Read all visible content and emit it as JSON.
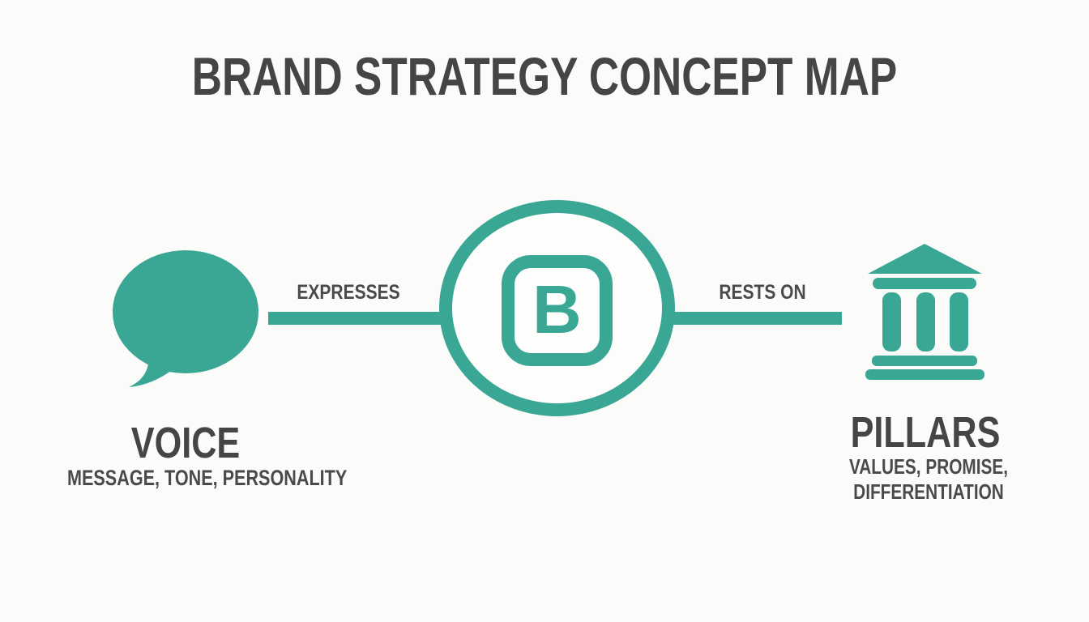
{
  "title": "BRAND STRATEGY CONCEPT MAP",
  "colors": {
    "accent_teal": "#3aa795",
    "text_dark": "#474747",
    "background": "#fbfbfa"
  },
  "nodes": {
    "voice": {
      "label": "VOICE",
      "subtitle": "MESSAGE, TONE, PERSONALITY",
      "icon": "speech-bubble-icon"
    },
    "brand": {
      "letter": "B",
      "icon": "brand-badge-icon"
    },
    "pillars": {
      "label": "PILLARS",
      "subtitle_lines": [
        "VALUES, PROMISE,",
        "DIFFERENTIATION"
      ],
      "icon": "bank-pillars-icon"
    }
  },
  "edges": [
    {
      "from": "voice",
      "to": "brand",
      "label": "EXPRESSES"
    },
    {
      "from": "brand",
      "to": "pillars",
      "label": "RESTS ON"
    }
  ]
}
